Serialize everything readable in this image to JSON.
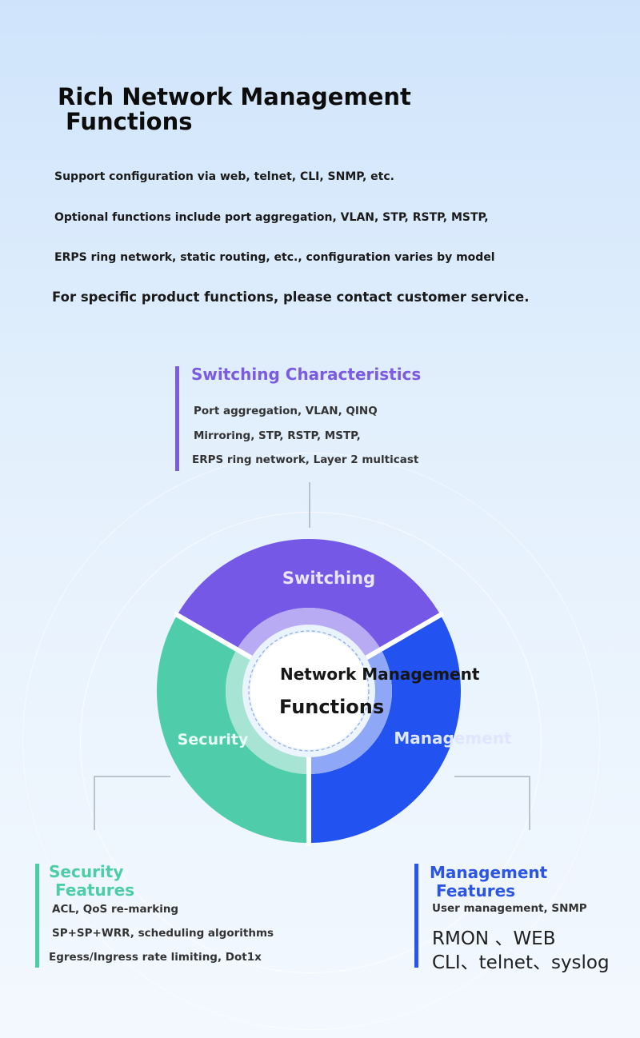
{
  "header": {
    "title_line1": "Rich Network Management",
    "title_line2": "Functions",
    "lines": [
      "Support configuration via web, telnet, CLI, SNMP, etc.",
      "Optional functions include port aggregation, VLAN, STP, RSTP, MSTP,",
      "ERPS ring network, static routing, etc., configuration varies by model",
      "For specific product functions, please contact customer service."
    ]
  },
  "switching": {
    "title": "Switching Characteristics",
    "items": [
      "Port aggregation, VLAN, QINQ",
      "Mirroring, STP, RSTP, MSTP,",
      "ERPS ring network, Layer 2 multicast"
    ]
  },
  "wheel": {
    "segments": {
      "switching": "Switching",
      "security": "Security",
      "management": "Management"
    },
    "center_line1": "Network Management",
    "center_line2": "Functions",
    "colors": {
      "switching": "#7558e6",
      "security": "#4fcca9",
      "management": "#2252f0"
    }
  },
  "security": {
    "title_line1": "Security",
    "title_line2": "Features",
    "items": [
      "ACL, QoS re-marking",
      "SP+SP+WRR, scheduling algorithms",
      "Egress/Ingress rate limiting, Dot1x"
    ]
  },
  "management": {
    "title_line1": "Management",
    "title_line2": "Features",
    "item1": "User management, SNMP",
    "item2": "RMON 、WEB",
    "item3": "CLI、telnet、syslog"
  }
}
